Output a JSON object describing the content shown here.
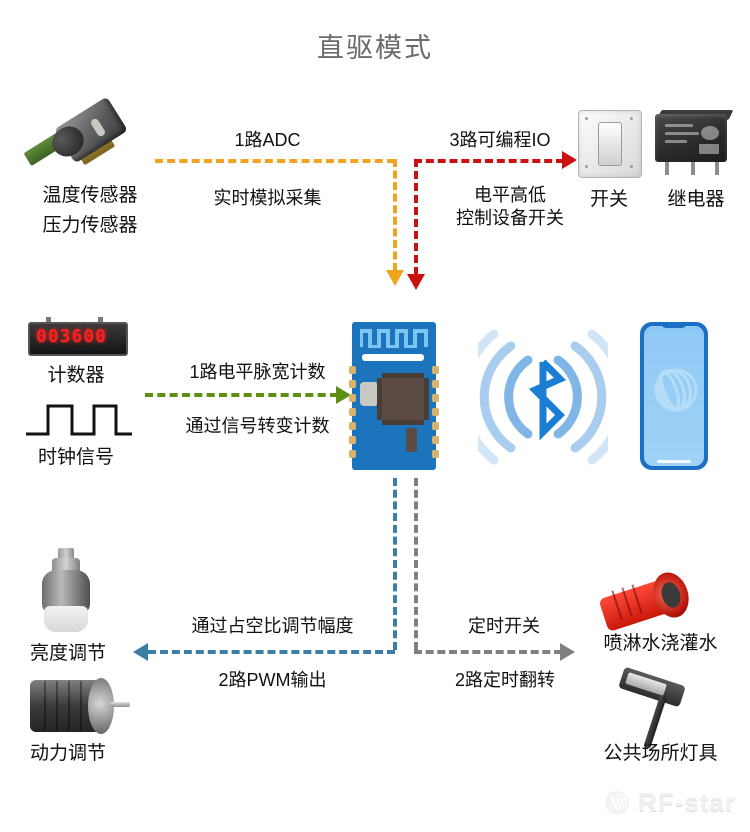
{
  "title": "直驱模式",
  "colors": {
    "title": "#6b6b6b",
    "adc_line": "#f0a31e",
    "io_line": "#cc1111",
    "counter_line": "#5f8f12",
    "pwm_line": "#3d7ea6",
    "timer_line": "#808080",
    "module_pcb": "#1b74bc",
    "bluetooth": "#1a7fd4"
  },
  "nodes": {
    "temp_sensor": {
      "label_line1": "温度传感器",
      "label_line2": "压力传感器",
      "icon": "temperature-sensor-icon"
    },
    "switch": {
      "label": "开关",
      "icon": "wall-switch-icon"
    },
    "relay": {
      "label": "继电器",
      "icon": "relay-icon"
    },
    "counter": {
      "label": "计数器",
      "display_value": "003600",
      "icon": "led-counter-icon"
    },
    "clock": {
      "label": "时钟信号",
      "icon": "square-wave-icon"
    },
    "module": {
      "icon": "ble-module-icon"
    },
    "bluetooth": {
      "icon": "bluetooth-icon"
    },
    "phone": {
      "icon": "smartphone-icon"
    },
    "bulb": {
      "label": "亮度调节",
      "icon": "light-bulb-icon"
    },
    "motor": {
      "label": "动力调节",
      "icon": "dc-motor-icon"
    },
    "sprinkler": {
      "label": "喷淋水浇灌水",
      "icon": "sprinkler-nozzle-icon"
    },
    "street_lamp": {
      "label": "公共场所灯具",
      "icon": "street-lamp-icon"
    }
  },
  "edges": {
    "adc": {
      "top": "1路ADC",
      "bottom": "实时模拟采集"
    },
    "io": {
      "top": "3路可编程IO",
      "bottom_line1": "电平高低",
      "bottom_line2": "控制设备开关"
    },
    "counter": {
      "top": "1路电平脉宽计数",
      "bottom": "通过信号转变计数"
    },
    "pwm": {
      "top": "通过占空比调节幅度",
      "bottom": "2路PWM输出"
    },
    "timer": {
      "top": "定时开关",
      "bottom": "2路定时翻转"
    }
  },
  "watermark": {
    "text": "RF-star",
    "icon": "rf-star-swirl-icon"
  }
}
